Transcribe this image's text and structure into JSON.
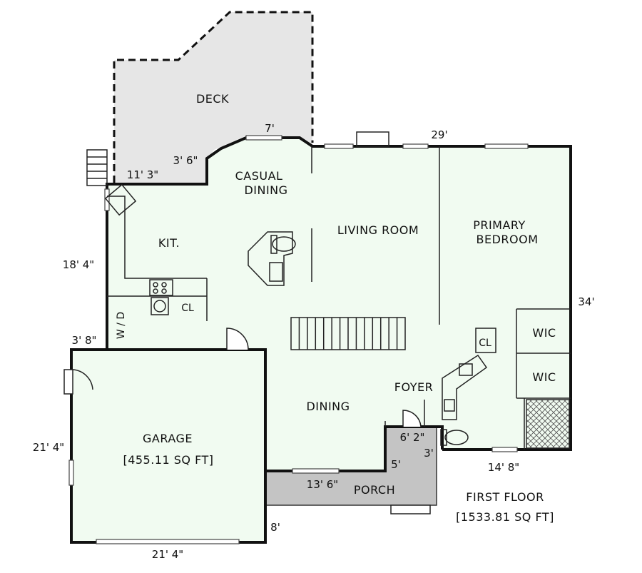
{
  "colors": {
    "interior": "#f1fbf1",
    "deck": "#e6e6e6",
    "porch": "#c4c4c4",
    "wall": "#111111"
  },
  "rooms": {
    "deck": "DECK",
    "casual_dining_1": "CASUAL",
    "casual_dining_2": "DINING",
    "kitchen": "KIT.",
    "living_room": "LIVING ROOM",
    "primary_bedroom_1": "PRIMARY",
    "primary_bedroom_2": "BEDROOM",
    "closet_kitchen": "CL",
    "closet_foyer": "CL",
    "wic_1": "WIC",
    "wic_2": "WIC",
    "washer_dryer": "W / D",
    "foyer": "FOYER",
    "dining": "DINING",
    "garage": "GARAGE",
    "garage_area": "[455.11 SQ FT]",
    "porch": "PORCH"
  },
  "floor": {
    "title": "FIRST FLOOR",
    "area": "[1533.81 SQ FT]"
  },
  "dimensions": {
    "d_7": "7'",
    "d_29": "29'",
    "d_3_6": "3' 6\"",
    "d_11_3": "11' 3\"",
    "d_18_4": "18' 4\"",
    "d_34": "34'",
    "d_3_8": "3' 8\"",
    "d_21_4_left": "21' 4\"",
    "d_21_4_bottom": "21' 4\"",
    "d_6_2": "6' 2\"",
    "d_3": "3'",
    "d_5": "5'",
    "d_13_6": "13' 6\"",
    "d_14_8": "14' 8\"",
    "d_8": "8'"
  }
}
